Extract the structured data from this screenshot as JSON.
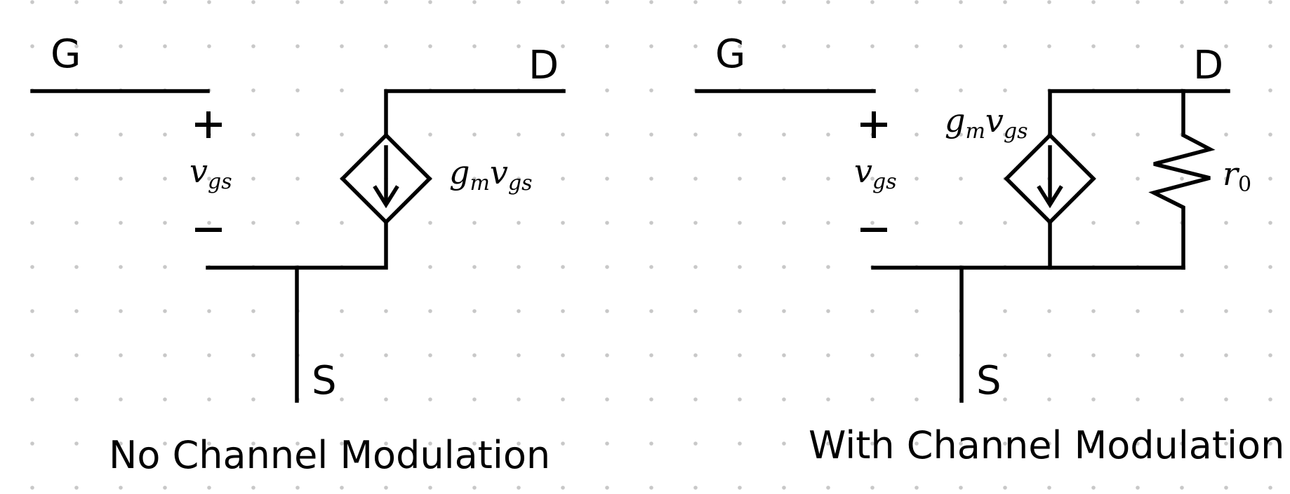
{
  "diagrams": [
    {
      "id": "no-cm",
      "caption": "No Channel Modulation",
      "labels": {
        "gate": "G",
        "drain": "D",
        "source": "S",
        "plus": "+",
        "minus": "−"
      },
      "vgs": {
        "base": "v",
        "sub": "gs"
      },
      "source_label": {
        "g": "g",
        "g_sub": "m",
        "v": "v",
        "v_sub": "gs"
      }
    },
    {
      "id": "with-cm",
      "caption": "With Channel Modulation",
      "labels": {
        "gate": "G",
        "drain": "D",
        "source": "S",
        "plus": "+",
        "minus": "−"
      },
      "vgs": {
        "base": "v",
        "sub": "gs"
      },
      "source_label": {
        "g": "g",
        "g_sub": "m",
        "v": "v",
        "v_sub": "gs"
      },
      "resistor": {
        "base": "r",
        "sub": "0"
      }
    }
  ],
  "background": {
    "dot_color": "#c8c8c8",
    "line_color": "#000000"
  }
}
